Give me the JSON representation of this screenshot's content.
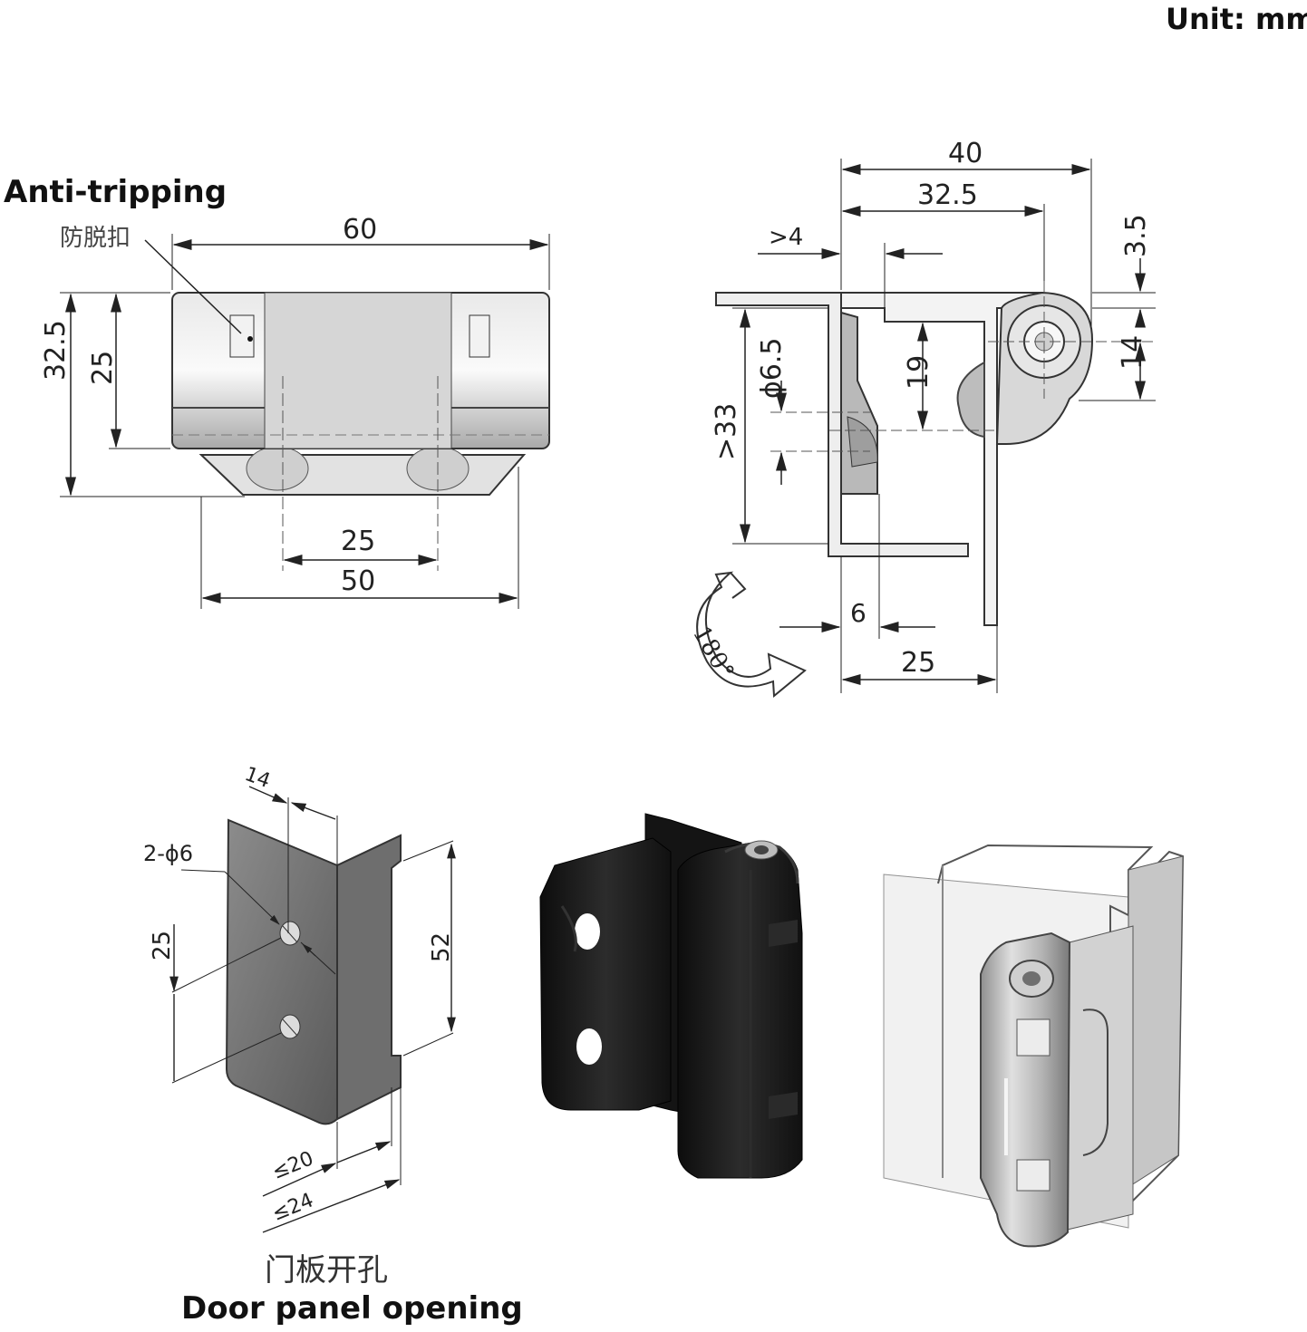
{
  "header": {
    "unit": "Unit: mm"
  },
  "front_view": {
    "anti_tripping_en": "Anti-tripping",
    "anti_tripping_cn": "防脱扣",
    "dims": {
      "width_total": "60",
      "height_total": "32.5",
      "height_body": "25",
      "hole_spacing": "25",
      "base_width": "50"
    }
  },
  "side_view": {
    "dims": {
      "width_total": "40",
      "width_inner": "32.5",
      "gap_min": ">4",
      "top_thickness": "3.5",
      "pivot_dia": "14",
      "hole_dia": "ϕ6.5",
      "hole_offset": "19",
      "panel_min": ">33",
      "flange": "6",
      "leaf_width": "25"
    },
    "rotation": "180°"
  },
  "panel_opening": {
    "dims": {
      "width": "14",
      "holes": "2-ϕ6",
      "hole_spacing": "25",
      "height": "52",
      "limit_a": "≤20",
      "limit_b": "≤24"
    },
    "caption_cn": "门板开孔",
    "caption_en": "Door panel opening"
  },
  "colors": {
    "line": "#222222",
    "metal": "#c8c8c8",
    "black_part": "#1c1c1c"
  }
}
